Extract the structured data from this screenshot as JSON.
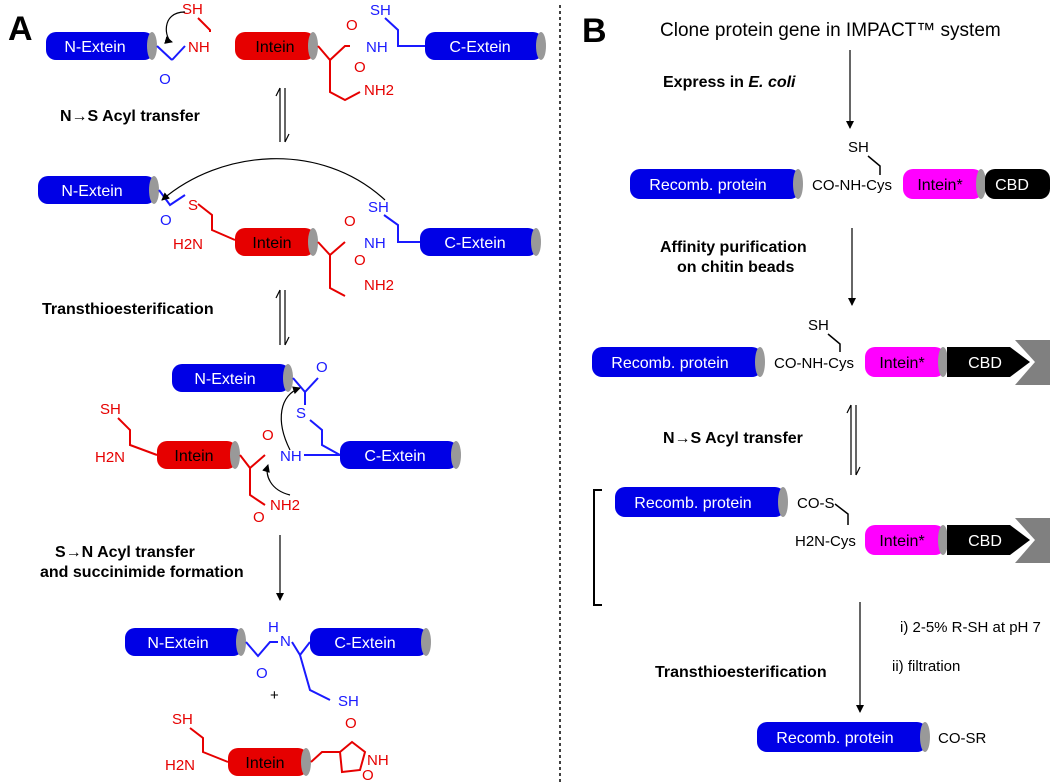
{
  "panels": {
    "a_label": "A",
    "b_label": "B"
  },
  "segments": {
    "n_extein": "N-Extein",
    "c_extein": "C-Extein",
    "intein": "Intein",
    "recomb_protein": "Recomb. protein",
    "intein_star": "Intein*",
    "cbd": "CBD"
  },
  "chem": {
    "sh": "SH",
    "nh": "NH",
    "n": "N",
    "h": "H",
    "o": "O",
    "s": "S",
    "nh2": "NH2",
    "h2n": "H2N",
    "plus": "+",
    "co_nh_cys": "CO-NH-Cys",
    "co_s": "CO-S",
    "h2n_cys": "H2N-Cys",
    "co_sr": "CO-SR"
  },
  "panel_a_steps": {
    "step1": "N→S Acyl transfer",
    "step2": "Transthioesterification",
    "step3_line1": "S→N Acyl transfer",
    "step3_line2": "and succinimide formation"
  },
  "panel_b_steps": {
    "title": "Clone protein gene in IMPACT™ system",
    "express_prefix": "Express in ",
    "express_organism": "E. coli",
    "affinity_line1": "Affinity purification",
    "affinity_line2": "on chitin beads",
    "acyl_transfer": "N→S Acyl transfer",
    "transthio": "Transthioesterification",
    "condition1": "i) 2-5% R-SH at pH 7",
    "condition2": "ii) filtration"
  },
  "colors": {
    "extein": "#0000e6",
    "intein": "#e60000",
    "intein_star": "#ff00ff",
    "cbd": "#000000",
    "cap": "#999999",
    "bead": "#808080"
  }
}
